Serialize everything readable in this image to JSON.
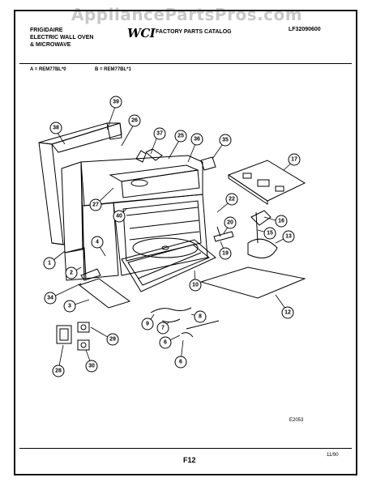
{
  "watermark": "AppliancePartsPros.com",
  "header": {
    "brand_line1": "FRIGIDAIRE",
    "brand_line2": "ELECTRIC WALL OVEN",
    "brand_line3": "& MICROWAVE",
    "logo": "WCI",
    "catalog_title": "FACTORY PARTS CATALOG",
    "doc_code": "LF32090600",
    "model_a": "A = REM77BL*0",
    "model_b": "B = REM77BL*1"
  },
  "callouts": {
    "c1": "1",
    "c2": "2",
    "c3": "3",
    "c4": "4",
    "c6": "6",
    "c7": "7",
    "c8": "8",
    "c9": "9",
    "c10": "10",
    "c12": "12",
    "c13": "13",
    "c15": "15",
    "c16": "16",
    "c17": "17",
    "c19": "19",
    "c20": "20",
    "c22": "22",
    "c25": "25",
    "c26": "26",
    "c27": "27",
    "c28": "28",
    "c29": "29",
    "c30": "30",
    "c34": "34",
    "c35": "35",
    "c36": "36",
    "c37": "37",
    "c38": "38",
    "c39": "39",
    "c40": "40"
  },
  "footer": {
    "diagram_code": "E2053",
    "page": "F12",
    "date": "11/90"
  }
}
